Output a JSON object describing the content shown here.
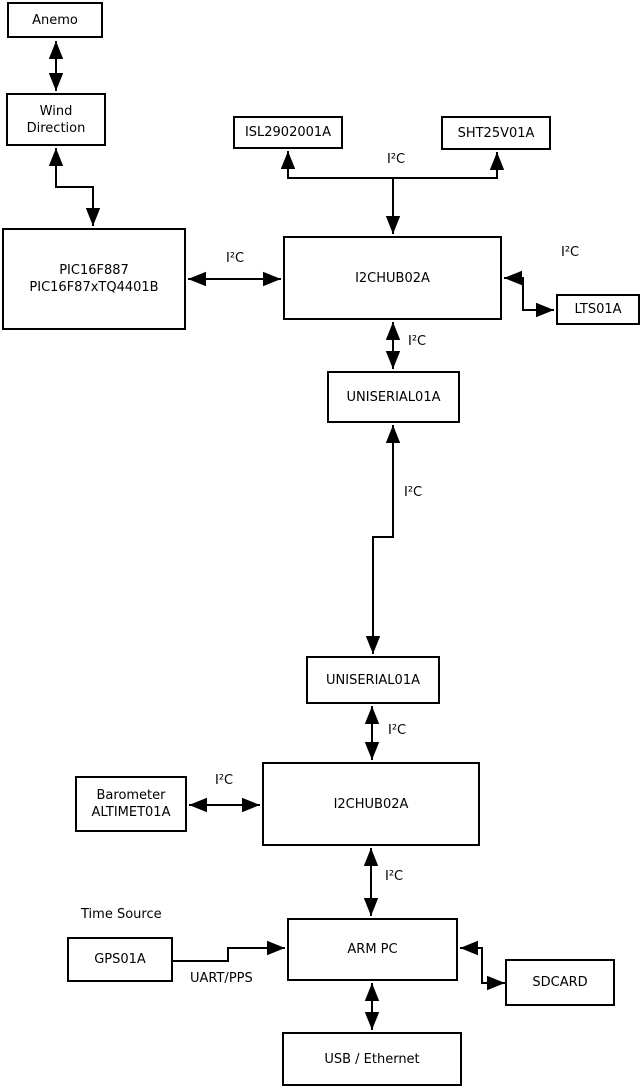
{
  "diagram": {
    "title_hint": "weather station hardware block diagram",
    "colors": {
      "background": "#ffffff",
      "line": "#000000",
      "text": "#000000"
    },
    "nodes": {
      "anemo": {
        "label": "Anemo"
      },
      "wind": {
        "line1": "Wind",
        "line2": "Direction"
      },
      "pic": {
        "line1": "PIC16F887",
        "line2": "PIC16F87xTQ4401B"
      },
      "isl": {
        "label": "ISL2902001A"
      },
      "sht": {
        "label": "SHT25V01A"
      },
      "hub1": {
        "label": "I2CHUB02A"
      },
      "lts": {
        "label": "LTS01A"
      },
      "uniserial1": {
        "label": "UNISERIAL01A"
      },
      "uniserial2": {
        "label": "UNISERIAL01A"
      },
      "hub2": {
        "label": "I2CHUB02A"
      },
      "barometer": {
        "line1": "Barometer",
        "line2": "ALTIMET01A"
      },
      "armpc": {
        "label": "ARM PC"
      },
      "gps": {
        "label": "GPS01A"
      },
      "sdcard": {
        "label": "SDCARD"
      },
      "usb": {
        "label": "USB / Ethernet"
      }
    },
    "edge_labels": {
      "i2c_top": "I²C",
      "i2c_pic_hub1": "I²C",
      "i2c_hub1_lts": "I²C",
      "i2c_hub1_uni1": "I²C",
      "i2c_uni1_uni2": "I²C",
      "i2c_uni2_hub2": "I²C",
      "i2c_baro_hub2": "I²C",
      "i2c_hub2_arm": "I²C",
      "time_source": "Time Source",
      "uart_pps": "UART/PPS"
    }
  }
}
